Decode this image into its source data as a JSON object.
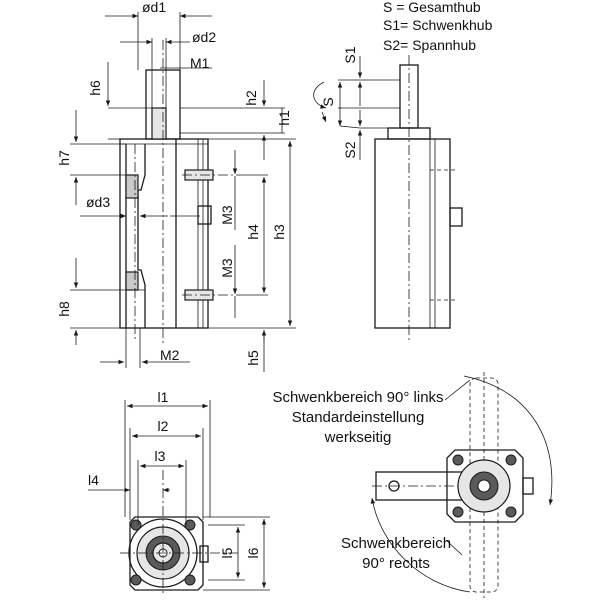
{
  "legend": {
    "line1": "S  = Gesamthub",
    "line2": "S1= Schwenkhub",
    "line3": "S2= Spannhub"
  },
  "labels": {
    "od1": "ød1",
    "od2": "ød2",
    "M1": "M1",
    "h6": "h6",
    "h2": "h2",
    "h1": "h1",
    "h7": "h7",
    "od3": "ød3",
    "M3a": "M3",
    "M3b": "M3",
    "h4": "h4",
    "h3": "h3",
    "h8": "h8",
    "h5": "h5",
    "M2": "M2",
    "S1": "S1",
    "S": "S",
    "S2": "S2",
    "l1": "l1",
    "l2": "l2",
    "l3": "l3",
    "l4": "l4",
    "l5": "l5",
    "l6": "l6"
  },
  "notes": {
    "left_line1": "Schwenkbereich 90° links",
    "left_line2": "Standardeinstellung",
    "left_line3": "werkseitig",
    "right_line1": "Schwenkbereich",
    "right_line2": "90° rechts"
  },
  "colors": {
    "line": "#1a1a1a",
    "shade": "#c9c9c9",
    "background": "#ffffff"
  }
}
